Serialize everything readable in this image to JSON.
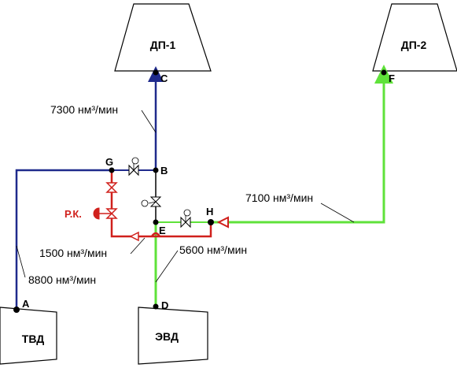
{
  "units": {
    "dp1": "ДП-1",
    "dp2": "ДП-2",
    "tvd": "ТВД",
    "evd": "ЭВД"
  },
  "nodes": {
    "A": "A",
    "B": "B",
    "C": "C",
    "D": "D",
    "E": "E",
    "F": "F",
    "G": "G",
    "H": "H"
  },
  "flows": {
    "bc": "7300 нм³/мин",
    "hf": "7100 нм³/мин",
    "bypass": "1500 нм³/мин",
    "de": "5600 нм³/мин",
    "ag": "8800 нм³/мин"
  },
  "valve_label": "Р.К.",
  "colors": {
    "blue": "#1f2a8c",
    "green": "#5fe23a",
    "red": "#d0201c",
    "black": "#000000"
  }
}
